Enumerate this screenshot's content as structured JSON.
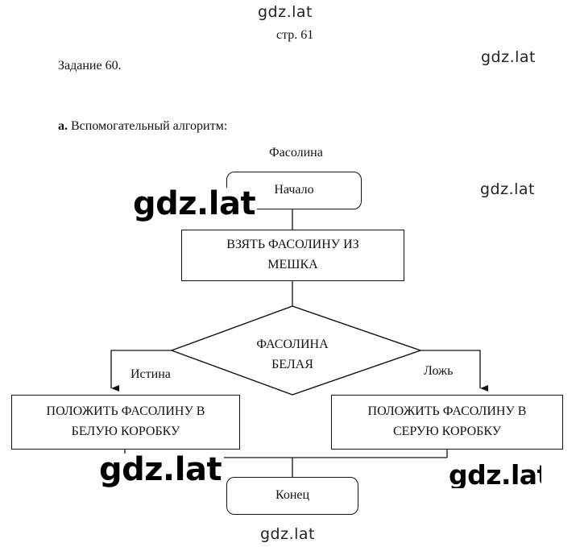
{
  "watermark": "gdz.lat",
  "watermark_cut": "gdz.latl",
  "page_label": "стр. 61",
  "task_title": "Задание 60.",
  "part": {
    "letter": "а.",
    "text": "Вспомогательный алгоритм:"
  },
  "flowchart": {
    "algorithm_name": "Фасолина",
    "start": "Начало",
    "step_take": [
      "ВЗЯТЬ ФАСОЛИНУ ИЗ",
      "МЕШКА"
    ],
    "condition": [
      "ФАСОЛИНА",
      "БЕЛАЯ"
    ],
    "yes_label": "Истина",
    "no_label": "Ложь",
    "yes_action": [
      "ПОЛОЖИТЬ ФАСОЛИНУ В",
      "БЕЛУЮ КОРОБКУ"
    ],
    "no_action": [
      "ПОЛОЖИТЬ ФАСОЛИНУ В",
      "СЕРУЮ КОРОБКУ"
    ],
    "end": "Конец"
  }
}
